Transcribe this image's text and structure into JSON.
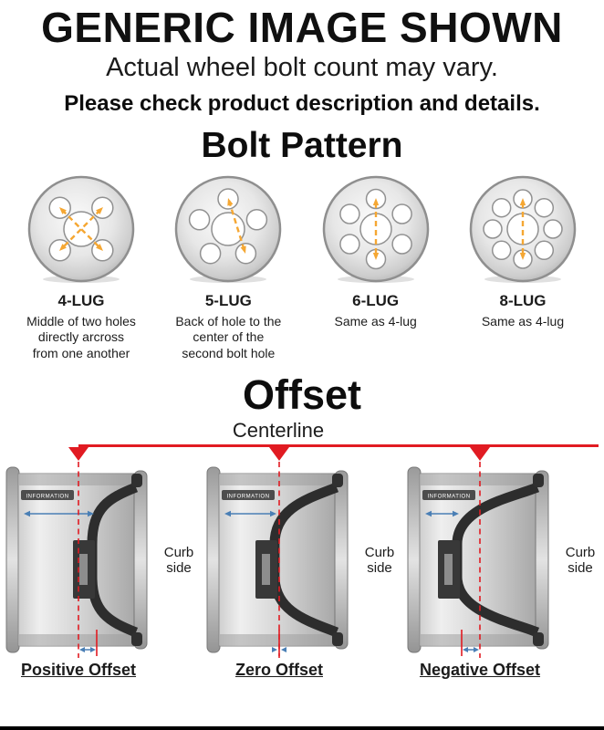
{
  "header": {
    "title": "GENERIC IMAGE SHOWN",
    "subtitle": "Actual wheel bolt count may vary.",
    "note": "Please check product description and details."
  },
  "bolt_pattern": {
    "heading": "Bolt Pattern",
    "items": [
      {
        "label": "4-LUG",
        "description": "Middle of two holes directly arcross from one another"
      },
      {
        "label": "5-LUG",
        "description": "Back of hole to the center of the second bolt hole"
      },
      {
        "label": "6-LUG",
        "description": "Same as 4-lug"
      },
      {
        "label": "8-LUG",
        "description": "Same as 4-lug"
      }
    ]
  },
  "offset": {
    "heading": "Offset",
    "centerline_label": "Centerline",
    "curb_side_label": "Curb side",
    "barrel_tag": "INFORMATION",
    "items": [
      {
        "label": "Positive Offset"
      },
      {
        "label": "Zero Offset"
      },
      {
        "label": "Negative Offset"
      }
    ]
  },
  "colors": {
    "accent_red": "#e11b22",
    "measurement_orange": "#f5a733",
    "dimension_blue": "#4a7fb5"
  }
}
